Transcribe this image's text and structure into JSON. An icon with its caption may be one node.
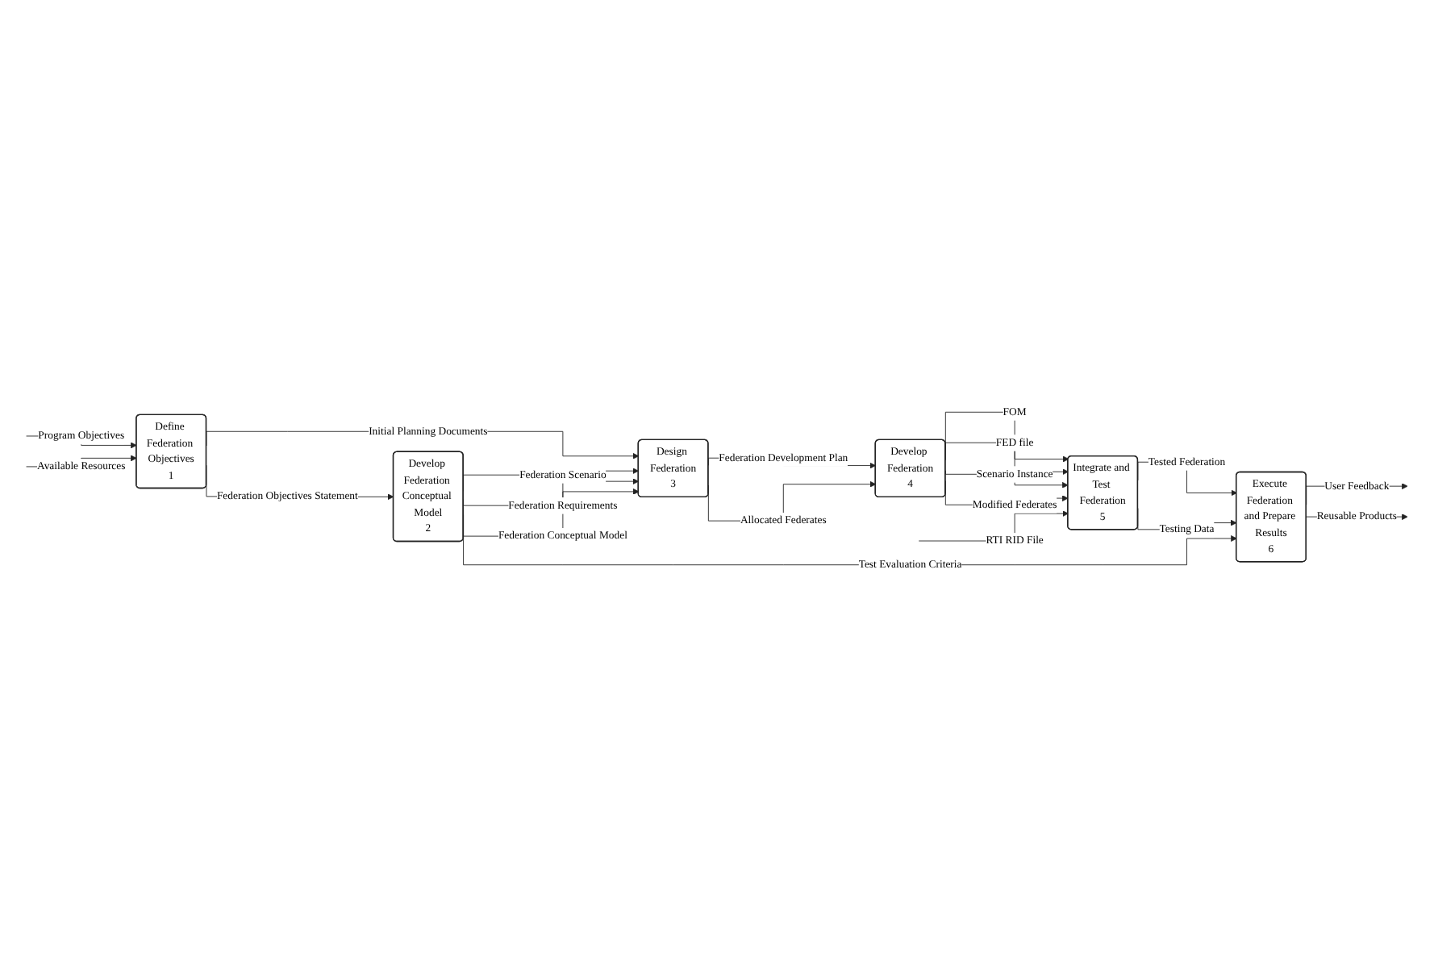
{
  "diagram": {
    "nodes": [
      {
        "text": [
          "Define Federation Objectives",
          "1"
        ]
      },
      {
        "text": [
          "Develop Federation Conceptual Model",
          "2"
        ]
      },
      {
        "text": [
          "Design Federation",
          "3"
        ]
      },
      {
        "text": [
          "Develop Federation",
          "4"
        ]
      },
      {
        "text": [
          "Integrate and Test Federation",
          "5"
        ]
      },
      {
        "text": [
          "Execute Federation and Prepare Results",
          "6"
        ]
      }
    ],
    "edges": [
      {
        "from": null,
        "to": 0,
        "arrow": "to",
        "label": "Program Objectives"
      },
      {
        "from": null,
        "to": 0,
        "arrow": "to",
        "label": "Available Resources"
      },
      {
        "from": 0,
        "to": 2,
        "arrow": "to",
        "label": "Initial Planning Documents"
      },
      {
        "from": 0,
        "to": 1,
        "arrow": "to",
        "label": "Federation Objectives Statement"
      },
      {
        "from": 1,
        "to": 2,
        "arrow": "to",
        "label": "Federation Scenario"
      },
      {
        "from": 1,
        "to": 2,
        "arrow": "to",
        "label": "Federation Requirements"
      },
      {
        "from": 1,
        "to": 2,
        "arrow": "to",
        "label": "Federation Conceptual Model"
      },
      {
        "from": 1,
        "to": 5,
        "arrow": "to",
        "label": "Test Evaluation Criteria"
      },
      {
        "from": 2,
        "to": 3,
        "arrow": "to",
        "label": "Federation Development Plan"
      },
      {
        "from": 2,
        "to": 3,
        "arrow": "to",
        "label": "Allocated Federates"
      },
      {
        "from": 3,
        "to": 4,
        "arrow": "to",
        "label": "FOM"
      },
      {
        "from": 3,
        "to": 4,
        "arrow": "to",
        "label": "FED file"
      },
      {
        "from": 3,
        "to": 4,
        "arrow": "to",
        "label": "Scenario Instance"
      },
      {
        "from": 3,
        "to": 4,
        "arrow": "to",
        "label": "Modified Federates"
      },
      {
        "from": null,
        "to": 4,
        "arrow": "to",
        "label": "RTI RID File"
      },
      {
        "from": 4,
        "to": 5,
        "arrow": "to",
        "label": "Tested Federation"
      },
      {
        "from": 4,
        "to": 5,
        "arrow": "to",
        "label": "Testing Data"
      },
      {
        "from": 5,
        "to": null,
        "arrow": "to",
        "label": "User Feedback"
      },
      {
        "from": 5,
        "to": null,
        "arrow": "to",
        "label": "Reusable Products"
      }
    ]
  }
}
